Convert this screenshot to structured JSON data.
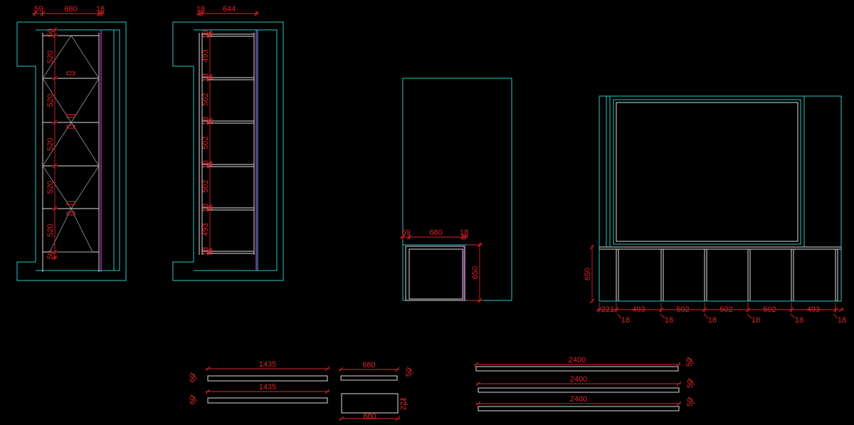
{
  "colors": {
    "background": "#000000",
    "outline": "#26c8c6",
    "panel": "#dcdcdc",
    "dimension": "#e0242b",
    "edge": "#c030c8"
  },
  "elev1": {
    "top": [
      "59",
      "680",
      "18"
    ],
    "side": [
      "50",
      "520",
      "520",
      "520",
      "520",
      "520",
      "50"
    ]
  },
  "elev2": {
    "top": [
      "18",
      "644"
    ],
    "side": [
      "18",
      "493",
      "18",
      "502",
      "18",
      "502",
      "18",
      "502",
      "18",
      "493",
      "18"
    ]
  },
  "elev3": {
    "top": [
      "59",
      "680",
      "18"
    ],
    "height": "650"
  },
  "elev4": {
    "height": "650",
    "bottom": [
      "221",
      "493",
      "502",
      "502",
      "502",
      "493"
    ],
    "joints": [
      "18",
      "18",
      "18",
      "18",
      "18",
      "18"
    ]
  },
  "parts": [
    {
      "length": "1435",
      "thickness": "60"
    },
    {
      "length": "1435",
      "thickness": "60"
    },
    {
      "length": "680",
      "thickness": "50"
    },
    {
      "length": "680",
      "thickness": "221"
    },
    {
      "length": "2400",
      "thickness": "50"
    },
    {
      "length": "2400",
      "thickness": "50"
    },
    {
      "length": "2400",
      "thickness": "50"
    }
  ]
}
